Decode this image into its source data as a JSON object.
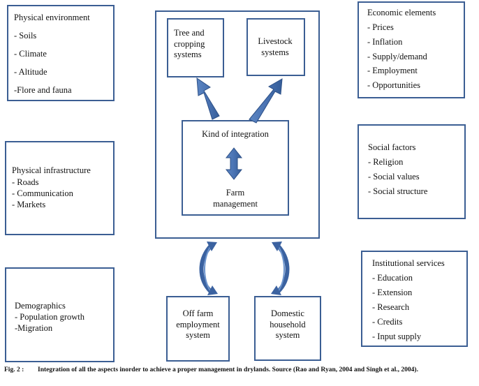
{
  "physical_environment": {
    "title": "Physical environment",
    "items": [
      "- Soils",
      "- Climate",
      "- Altitude",
      "-Flore and fauna"
    ]
  },
  "physical_infrastructure": {
    "title": "Physical infrastructure",
    "items": [
      "- Roads",
      "- Communication",
      "- Markets"
    ]
  },
  "demographics": {
    "title": "Demographics",
    "items": [
      "- Population growth",
      "-Migration"
    ]
  },
  "tree_cropping": "Tree and cropping systems",
  "livestock": "Livestock systems",
  "kind_of_integration": "Kind of integration",
  "farm_management": "Farm management",
  "off_farm": "Off farm employment system",
  "domestic_household": "Domestic household system",
  "economic_elements": {
    "title": "Economic elements",
    "items": [
      "- Prices",
      "- Inflation",
      "- Supply/demand",
      "- Employment",
      "- Opportunities"
    ]
  },
  "social_factors": {
    "title": "Social factors",
    "items": [
      "- Religion",
      "- Social values",
      "- Social structure"
    ]
  },
  "institutional_services": {
    "title": "Institutional services",
    "items": [
      "- Education",
      "- Extension",
      "- Research",
      "- Credits",
      "- Input supply"
    ]
  },
  "caption": {
    "label": "Fig. 2 :",
    "text": "Integration of all the aspects inorder to achieve a proper management in drylands. Source (Rao and Ryan, 2004 and Singh et al., 2004)."
  }
}
